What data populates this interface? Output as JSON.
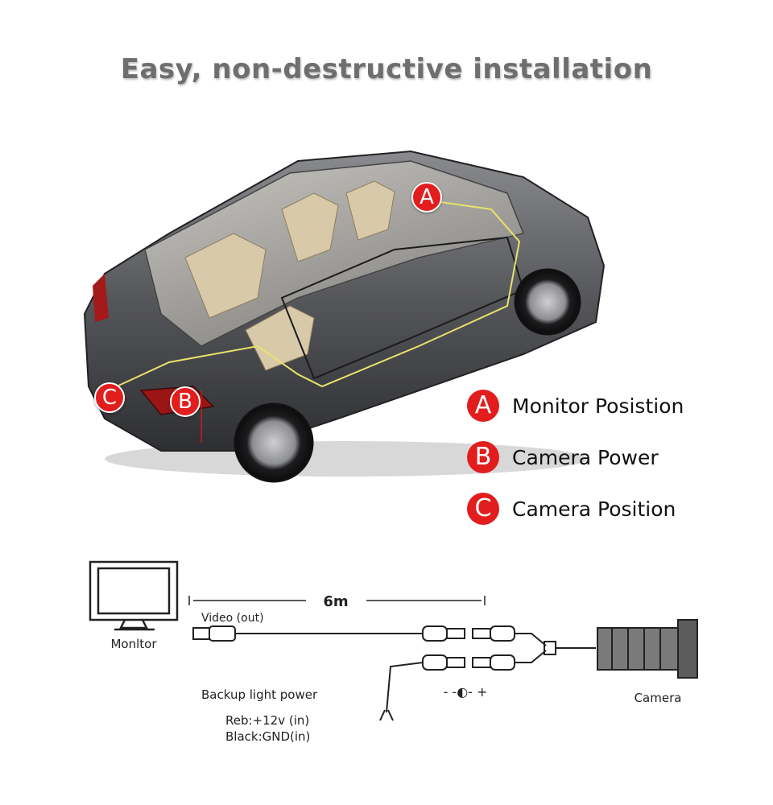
{
  "title": "Easy, non-destructive installation",
  "markers": {
    "a": "A",
    "b": "B",
    "c": "C"
  },
  "legend": [
    {
      "badge": "A",
      "label": "Monitor Posistion"
    },
    {
      "badge": "B",
      "label": "Camera Power"
    },
    {
      "badge": "C",
      "label": "Camera Position"
    }
  ],
  "wiring": {
    "monitor_label": "Monltor",
    "cable_length": "6m",
    "video_label": "Video (out)",
    "power_title": "Backup light power",
    "power_red": "Reb:+12v (in)",
    "power_black": "Black:GND(in)",
    "polarity": "- -◐- +",
    "camera_label": "Camera"
  },
  "colors": {
    "accent": "#e21d1d",
    "title": "#6e6e6e",
    "car_body": "#4a4b4f",
    "wire": "#e8e36a"
  }
}
